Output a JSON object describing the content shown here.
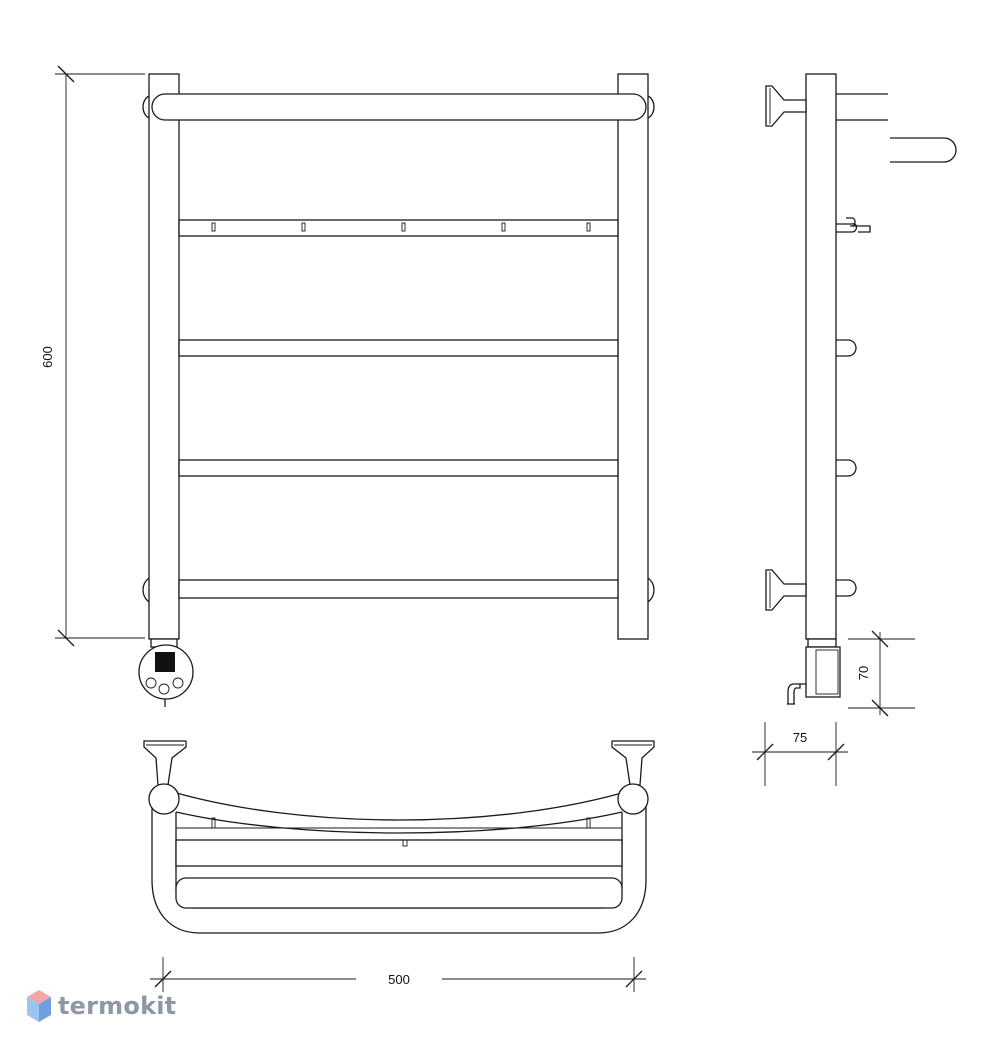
{
  "dimensions": {
    "height": "600",
    "width": "500",
    "depth": "75",
    "heater_height": "70"
  },
  "brand": {
    "name": "termokit",
    "colors": {
      "top": "#f3a6a6",
      "left": "#9cc4f0",
      "right": "#6f9fe0"
    }
  },
  "colors": {
    "line": "#1a1a1a",
    "background": "#ffffff"
  }
}
